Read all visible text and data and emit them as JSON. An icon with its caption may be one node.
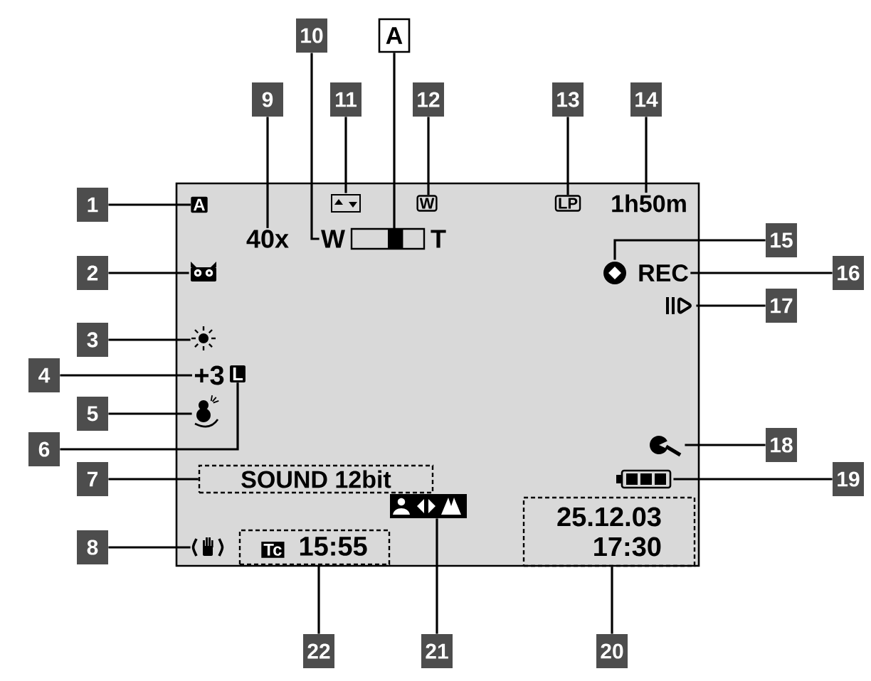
{
  "diagram": {
    "nodes": [
      {
        "text": [
          "1"
        ]
      },
      {
        "text": [
          "A"
        ]
      },
      {
        "text": [
          "2"
        ]
      },
      {
        "text": [],
        "shape": "icon"
      },
      {
        "text": [
          "3"
        ]
      },
      {
        "text": [],
        "shape": "icon"
      },
      {
        "text": [
          "4"
        ]
      },
      {
        "text": [
          "+3"
        ]
      },
      {
        "text": [
          "5"
        ]
      },
      {
        "text": [],
        "shape": "icon"
      },
      {
        "text": [
          "6"
        ]
      },
      {
        "text": [
          "L"
        ]
      },
      {
        "text": [
          "7"
        ]
      },
      {
        "text": [
          "SOUND 12bit"
        ]
      },
      {
        "text": [
          "8"
        ]
      },
      {
        "text": [],
        "shape": "icon"
      },
      {
        "text": [
          "9"
        ]
      },
      {
        "text": [
          "40x"
        ]
      },
      {
        "text": [
          "10"
        ]
      },
      {
        "text": [
          "W"
        ]
      },
      {
        "text": [
          "A"
        ]
      },
      {
        "text": [],
        "shape": "bar"
      },
      {
        "text": [
          "11"
        ]
      },
      {
        "text": [],
        "shape": "icon"
      },
      {
        "text": [
          "12"
        ]
      },
      {
        "text": [
          "W"
        ]
      },
      {
        "text": [
          "13"
        ]
      },
      {
        "text": [
          "LP"
        ]
      },
      {
        "text": [
          "14"
        ]
      },
      {
        "text": [
          "1h50m"
        ]
      },
      {
        "text": [
          "15"
        ]
      },
      {
        "text": [],
        "shape": "icon"
      },
      {
        "text": [
          "16"
        ]
      },
      {
        "text": [
          "REC"
        ]
      },
      {
        "text": [
          "17"
        ]
      },
      {
        "text": [],
        "shape": "icon"
      },
      {
        "text": [
          "18"
        ]
      },
      {
        "text": [],
        "shape": "icon"
      },
      {
        "text": [
          "19"
        ]
      },
      {
        "text": [],
        "shape": "battery"
      },
      {
        "text": [
          "20"
        ]
      },
      {
        "text": [
          "25.12.03",
          "17:30"
        ]
      },
      {
        "text": [
          "21"
        ]
      },
      {
        "text": [],
        "shape": "icon"
      },
      {
        "text": [
          "22"
        ]
      },
      {
        "text": [
          "Tc",
          "15:55"
        ]
      }
    ],
    "edges": [
      {
        "from": 0,
        "to": 1,
        "arrow": "none"
      },
      {
        "from": 2,
        "to": 3,
        "arrow": "none"
      },
      {
        "from": 4,
        "to": 5,
        "arrow": "none"
      },
      {
        "from": 6,
        "to": 7,
        "arrow": "none"
      },
      {
        "from": 8,
        "to": 9,
        "arrow": "none"
      },
      {
        "from": 10,
        "to": 11,
        "arrow": "none"
      },
      {
        "from": 12,
        "to": 13,
        "arrow": "none"
      },
      {
        "from": 14,
        "to": 15,
        "arrow": "none"
      },
      {
        "from": 16,
        "to": 17,
        "arrow": "none"
      },
      {
        "from": 18,
        "to": 19,
        "arrow": "none"
      },
      {
        "from": 20,
        "to": 21,
        "arrow": "none"
      },
      {
        "from": 22,
        "to": 23,
        "arrow": "none"
      },
      {
        "from": 24,
        "to": 25,
        "arrow": "none"
      },
      {
        "from": 26,
        "to": 27,
        "arrow": "none"
      },
      {
        "from": 28,
        "to": 29,
        "arrow": "none"
      },
      {
        "from": 30,
        "to": 31,
        "arrow": "none"
      },
      {
        "from": 32,
        "to": 33,
        "arrow": "none"
      },
      {
        "from": 34,
        "to": 35,
        "arrow": "none"
      },
      {
        "from": 36,
        "to": 37,
        "arrow": "none"
      },
      {
        "from": 38,
        "to": 39,
        "arrow": "none"
      },
      {
        "from": 40,
        "to": 41,
        "arrow": "none"
      },
      {
        "from": 42,
        "to": 43,
        "arrow": "none"
      },
      {
        "from": 44,
        "to": 45,
        "arrow": "none"
      }
    ],
    "labels": [
      "T"
    ]
  }
}
